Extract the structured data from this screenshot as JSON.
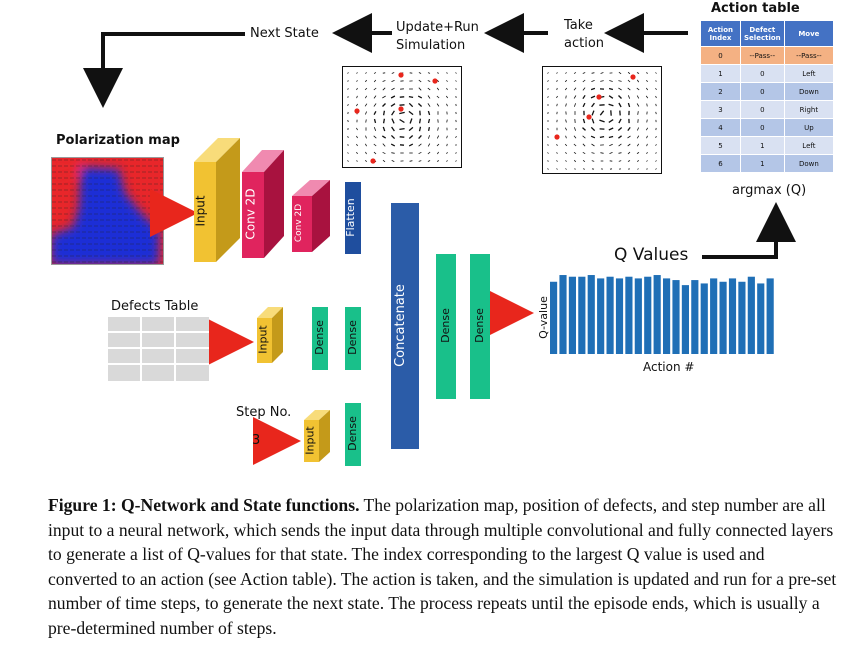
{
  "labels": {
    "next_state": "Next State",
    "update_run_1": "Update+Run",
    "update_run_2": "Simulation",
    "take_action_1": "Take",
    "take_action_2": "action",
    "polarization_map": "Polarization map",
    "defects_table": "Defects Table",
    "step_no": "Step No.",
    "step_value": "3",
    "q_values": "Q Values",
    "argmax": "argmax (Q)",
    "action_axis": "Action #",
    "q_axis": "Q-value"
  },
  "layers": {
    "input_map": "Input",
    "conv1": "Conv 2D",
    "conv2": "Conv 2D",
    "flatten": "Flatten",
    "input_defects": "Input",
    "dense_d1": "Dense",
    "dense_d2": "Dense",
    "input_step": "Input",
    "dense_s": "Dense",
    "concatenate": "Concatenate",
    "dense_c1": "Dense",
    "dense_c2": "Dense"
  },
  "action_table": {
    "title": "Action table",
    "headers": [
      "Action Index",
      "Defect Selection",
      "Move"
    ],
    "rows": [
      [
        "0",
        "--Pass--",
        "--Pass--"
      ],
      [
        "1",
        "0",
        "Left"
      ],
      [
        "2",
        "0",
        "Down"
      ],
      [
        "3",
        "0",
        "Right"
      ],
      [
        "4",
        "0",
        "Up"
      ],
      [
        "5",
        "1",
        "Left"
      ],
      [
        "6",
        "1",
        "Down"
      ]
    ]
  },
  "chart_data": {
    "type": "bar",
    "values": [
      0.86,
      0.94,
      0.92,
      0.92,
      0.94,
      0.9,
      0.92,
      0.9,
      0.92,
      0.9,
      0.92,
      0.94,
      0.9,
      0.88,
      0.82,
      0.88,
      0.84,
      0.9,
      0.86,
      0.9,
      0.86,
      0.92,
      0.84,
      0.9
    ],
    "xlabel": "Action #",
    "ylabel": "Q-value",
    "title": "Q Values"
  },
  "caption": {
    "bold": "Figure 1: Q-Network and State functions.",
    "text": " The polarization map, position of defects, and step number are all input to a neural network, which sends the input data through multiple convolutional and fully connected layers to generate a list of Q-values for that state. The index corresponding to the largest Q value is used and converted to an action (see Action table). The action is taken, and the simulation is updated and run for a pre-set number of time steps, to generate the next state. The process repeats until the episode ends, which is usually a pre-determined number of steps."
  },
  "colors": {
    "input": "#f1c232",
    "conv": "#e0245e",
    "flatten": "#1f4e9e",
    "dense": "#19c08a",
    "concat": "#2b5ca8",
    "bars": "#1f6fb6",
    "arrow": "#e8261c"
  }
}
